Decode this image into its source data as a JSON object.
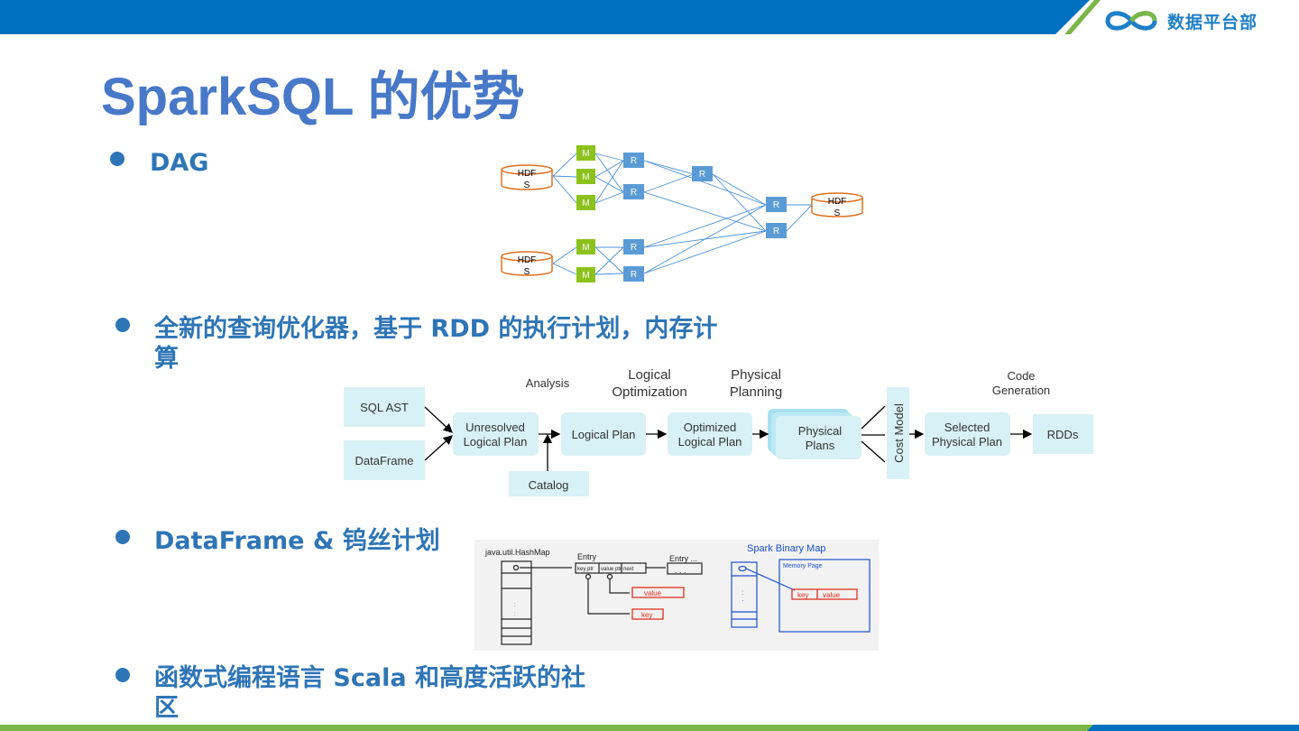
{
  "header": {
    "logo_text": "数据平台部",
    "brand_color": "#0070c0",
    "accent_color": "#7ab648"
  },
  "slide": {
    "title": "SparkSQL 的优势",
    "bullets": [
      {
        "text": "DAG"
      },
      {
        "line1": "全新的查询优化器，基于 RDD 的执行计划，内存计",
        "line2": "算"
      },
      {
        "text": "DataFrame &  钨丝计划"
      },
      {
        "line1": "函数式编程语言 Scala 和高度活跃的社",
        "line2": "区"
      }
    ]
  },
  "dag": {
    "hdfs_label_top": "HDF",
    "hdfs_label_bottom": "S",
    "map_label": "M",
    "reduce_label": "R"
  },
  "pipeline": {
    "phases": [
      "Analysis",
      "Logical Optimization",
      "Physical Planning",
      "Code Generation"
    ],
    "inputs": [
      "SQL AST",
      "DataFrame"
    ],
    "unresolved": "Unresolved Logical Plan",
    "catalog": "Catalog",
    "logical_plan": "Logical Plan",
    "optimized": "Optimized Logical Plan",
    "physical": "Physical Plans",
    "cost_model": "Cost Model",
    "selected": "Selected Physical Plan",
    "rdds": "RDDs"
  },
  "hashmap": {
    "left_title": "java.util.HashMap",
    "entry": "Entry",
    "entry_more": "Entry ...",
    "dots": ". . .",
    "key_ptr": "key ptr",
    "value_ptr": "value ptr",
    "next": "next",
    "value": "value",
    "key": "key",
    "right_title": "Spark Binary Map",
    "memory_page": "Memory Page"
  }
}
